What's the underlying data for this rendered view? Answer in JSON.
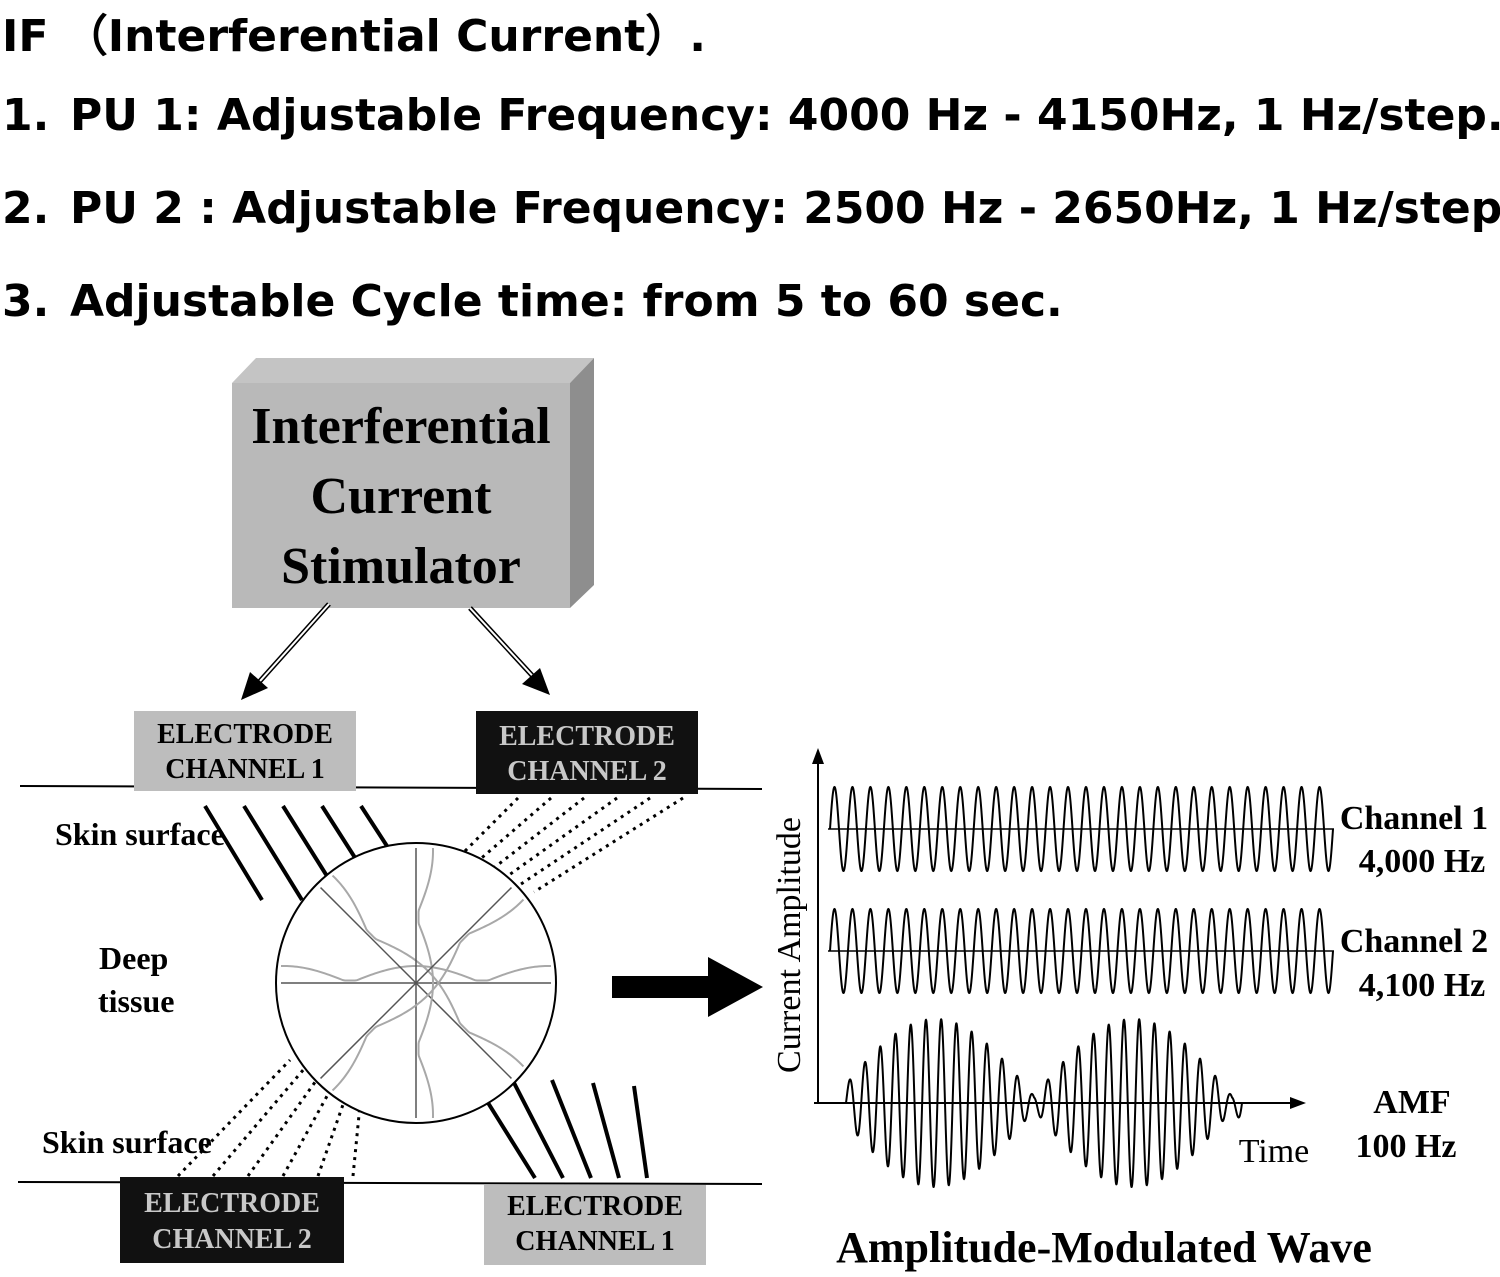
{
  "header": {
    "title": "IF （Interferential Current）.",
    "items": [
      {
        "num": "1.",
        "text": "PU 1: Adjustable Frequency: 4000 Hz - 4150Hz, 1 Hz/step."
      },
      {
        "num": "2.",
        "text": "PU 2 : Adjustable Frequency: 2500 Hz - 2650Hz, 1 Hz/step."
      },
      {
        "num": "3.",
        "text": "Adjustable Cycle time: from 5 to 60 sec."
      }
    ]
  },
  "diagram": {
    "stimulator": {
      "line1": "Interferential",
      "line2": "Current",
      "line3": "Stimulator"
    },
    "electrode_top_left": {
      "line1": "ELECTRODE",
      "line2": "CHANNEL 1"
    },
    "electrode_top_right": {
      "line1": "ELECTRODE",
      "line2": "CHANNEL 2"
    },
    "electrode_bottom_left": {
      "line1": "ELECTRODE",
      "line2": "CHANNEL 2"
    },
    "electrode_bottom_right": {
      "line1": "ELECTRODE",
      "line2": "CHANNEL 1"
    },
    "skin_surface_top": "Skin surface",
    "skin_surface_bottom": "Skin surface",
    "deep_tissue": {
      "line1": "Deep",
      "line2": "tissue"
    },
    "colors": {
      "box_gray": "#bdbdbd",
      "box_dark": "#111111",
      "wave_gray": "#a8a8a8"
    }
  },
  "waveform": {
    "y_axis_label": "Current Amplitude",
    "x_axis_label": "Time",
    "channel1": {
      "name": "Channel 1",
      "freq": "4,000 Hz"
    },
    "channel2": {
      "name": "Channel 2",
      "freq": "4,100 Hz"
    },
    "amf": {
      "name": "AMF",
      "freq": "100 Hz"
    },
    "caption": "Amplitude-Modulated Wave"
  }
}
